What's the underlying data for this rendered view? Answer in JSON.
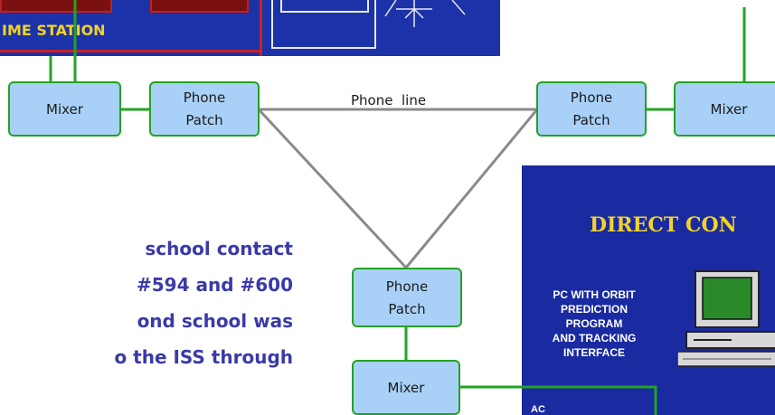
{
  "top_panel": {
    "station_label": "IME STATION"
  },
  "nodes": {
    "mixer_left": "Mixer",
    "patch_left": [
      "Phone",
      "Patch"
    ],
    "patch_right": [
      "Phone",
      "Patch"
    ],
    "mixer_right": "Mixer",
    "patch_bottom": [
      "Phone",
      "Patch"
    ],
    "mixer_bottom": "Mixer"
  },
  "edge_label": "Phone  line",
  "body_text": [
    "school  contact",
    "#594  and  #600",
    "ond  school  was",
    "o  the  ISS  through"
  ],
  "bottom_panel": {
    "title": "DIRECT CON",
    "description": [
      "PC WITH ORBIT",
      "PREDICTION",
      "PROGRAM",
      "AND TRACKING",
      "INTERFACE"
    ],
    "ac_label": "AC"
  },
  "colors": {
    "node_fill": "#a9d1f7",
    "node_border": "#23a323",
    "link_gray": "#8a8a8a",
    "panel_blue": "#1c32a8",
    "panel_title_yellow": "#f2d22a",
    "body_text_blue": "#3a3aa8"
  }
}
